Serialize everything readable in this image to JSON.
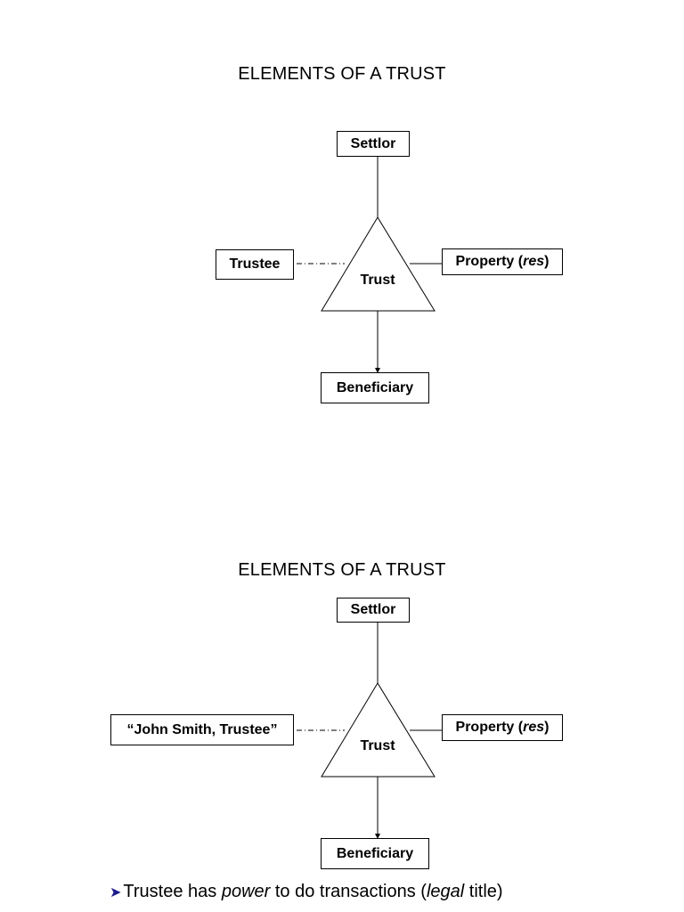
{
  "diagram1": {
    "title": "ELEMENTS OF A TRUST",
    "settlor": "Settlor",
    "trustee": "Trustee",
    "trust": "Trust",
    "property_main": "Property (",
    "property_italic": "res",
    "property_close": ")",
    "beneficiary": "Beneficiary"
  },
  "diagram2": {
    "title": "ELEMENTS OF A TRUST",
    "settlor": "Settlor",
    "trustee": "“John Smith, Trustee”",
    "trust": "Trust",
    "property_main": "Property (",
    "property_italic": "res",
    "property_close": ")",
    "beneficiary": "Beneficiary"
  },
  "note": {
    "bullet_icon": "arrow-bullet-icon",
    "part1": "Trustee has ",
    "part2_italic": "power",
    "part3": " to do transactions (",
    "part4_italic": "legal",
    "part5": " title)"
  },
  "colors": {
    "line": "#000000",
    "bullet": "#1a1a8c"
  }
}
